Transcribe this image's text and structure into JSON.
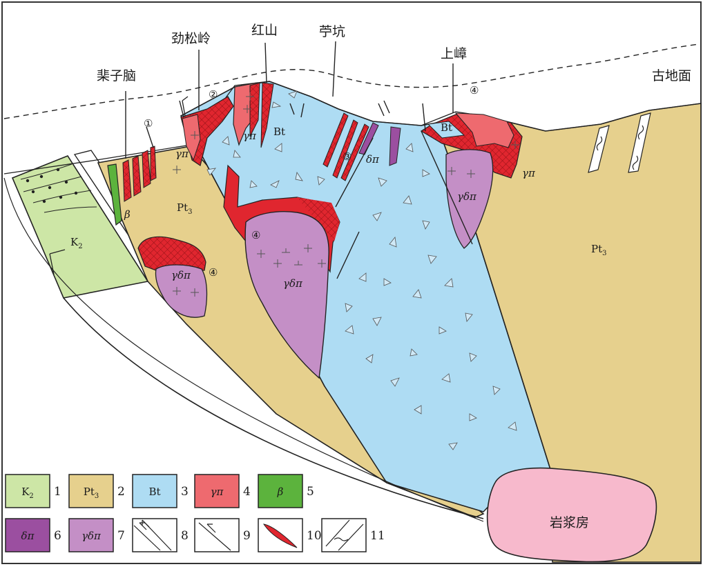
{
  "place_labels": {
    "suzi_nao": "棐子脑",
    "jinsong_ling": "劲松岭",
    "hong_shan": "红山",
    "ning_keng": "苧坑",
    "shang_zhang": "上嶂",
    "paleo_surface": "古地面"
  },
  "section_labels": {
    "k2": "K",
    "k2_sub": "2",
    "pt3_left": "Pt",
    "pt3_left_sub": "3",
    "pt3_right": "Pt",
    "pt3_right_sub": "3",
    "bt_center": "Bt",
    "bt_right": "Bt",
    "beta": "β",
    "gamma_pi_1": "γπ",
    "gamma_pi_2": "γπ",
    "gamma_pi_3": "γπ",
    "delta_pi": "δπ",
    "gamma_delta_pi_1": "γδπ",
    "gamma_delta_pi_2": "γδπ",
    "gamma_delta_pi_3": "γδπ",
    "magma_chamber": "岩浆房"
  },
  "circled_numbers": {
    "c1": "①",
    "c2": "②",
    "c3": "③",
    "c4_top": "④",
    "c4_center": "④",
    "c4_left": "④"
  },
  "legend": [
    {
      "label": "K",
      "sub": "2",
      "num": "1",
      "color": "#cde6a6"
    },
    {
      "label": "Pt",
      "sub": "3",
      "num": "2",
      "color": "#e6d08d"
    },
    {
      "label": "Bt",
      "sub": "",
      "num": "3",
      "color": "#aedcf3"
    },
    {
      "label": "γπ",
      "sub": "",
      "num": "4",
      "color": "#ee6a6f"
    },
    {
      "label": "β",
      "sub": "",
      "num": "5",
      "color": "#5cb33d"
    },
    {
      "label": "δπ",
      "sub": "",
      "num": "6",
      "color": "#9b4fa0"
    },
    {
      "label": "γδπ",
      "sub": "",
      "num": "7",
      "color": "#c48fc6"
    },
    {
      "label": "",
      "sub": "",
      "num": "8",
      "color": "#ffffff"
    },
    {
      "label": "",
      "sub": "",
      "num": "9",
      "color": "#ffffff"
    },
    {
      "label": "",
      "sub": "",
      "num": "10",
      "color": "#ffffff"
    },
    {
      "label": "",
      "sub": "",
      "num": "11",
      "color": "#ffffff"
    }
  ],
  "colors": {
    "k2": "#cde6a6",
    "pt3": "#e6d08d",
    "bt": "#aedcf3",
    "gamma_pi": "#ee6a6f",
    "gamma_pi_cross": "#e0262f",
    "beta": "#5cb33d",
    "delta_pi": "#9b4fa0",
    "gamma_delta_pi": "#c48fc6",
    "magma": "#f7b9cc",
    "line": "#222222"
  }
}
